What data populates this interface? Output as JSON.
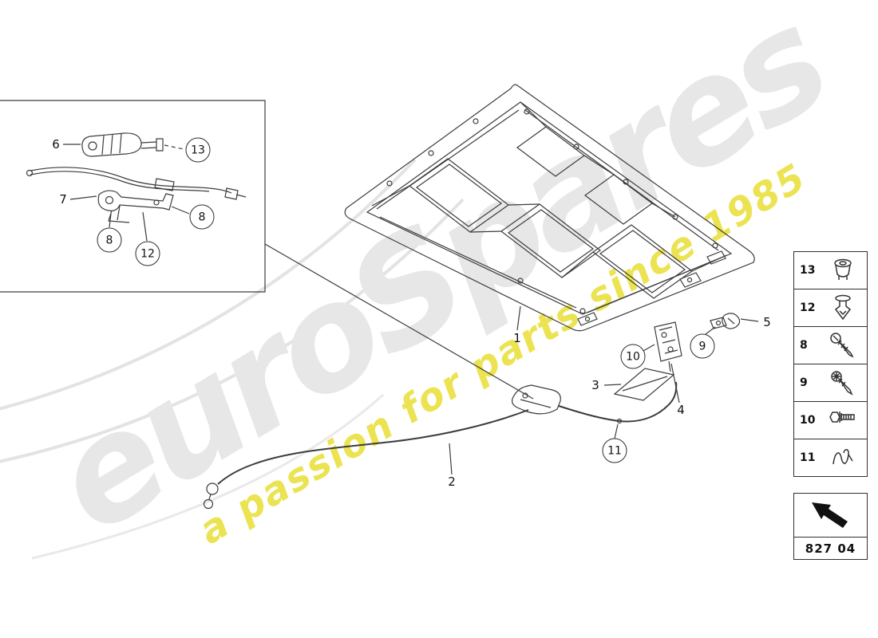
{
  "watermark": {
    "brand_text": "euroSpares",
    "tagline_text": "a passion for parts since 1985",
    "brand_color": "#e7e7e7",
    "tagline_color": "#e9de34"
  },
  "callouts": {
    "c1": "1",
    "c2": "2",
    "c3": "3",
    "c4": "4",
    "c5": "5",
    "c6": "6",
    "c7": "7",
    "c8a": "8",
    "c8b": "8",
    "c9": "9",
    "c10": "10",
    "c11": "11",
    "c12": "12",
    "c13": "13"
  },
  "legend": {
    "items": [
      {
        "number": "13",
        "icon": "grommet-nut-icon"
      },
      {
        "number": "12",
        "icon": "expanding-rivet-icon"
      },
      {
        "number": "8",
        "icon": "shoulder-screw-icon"
      },
      {
        "number": "9",
        "icon": "torx-screw-icon"
      },
      {
        "number": "10",
        "icon": "flange-bolt-icon"
      },
      {
        "number": "11",
        "icon": "spring-clip-icon"
      }
    ]
  },
  "part_code": {
    "code": "827 04",
    "icon": "direction-arrow-icon"
  },
  "colors": {
    "line": "#3c3c3c",
    "watermark_gray": "#e7e7e7",
    "watermark_yellow": "#e9de34"
  }
}
